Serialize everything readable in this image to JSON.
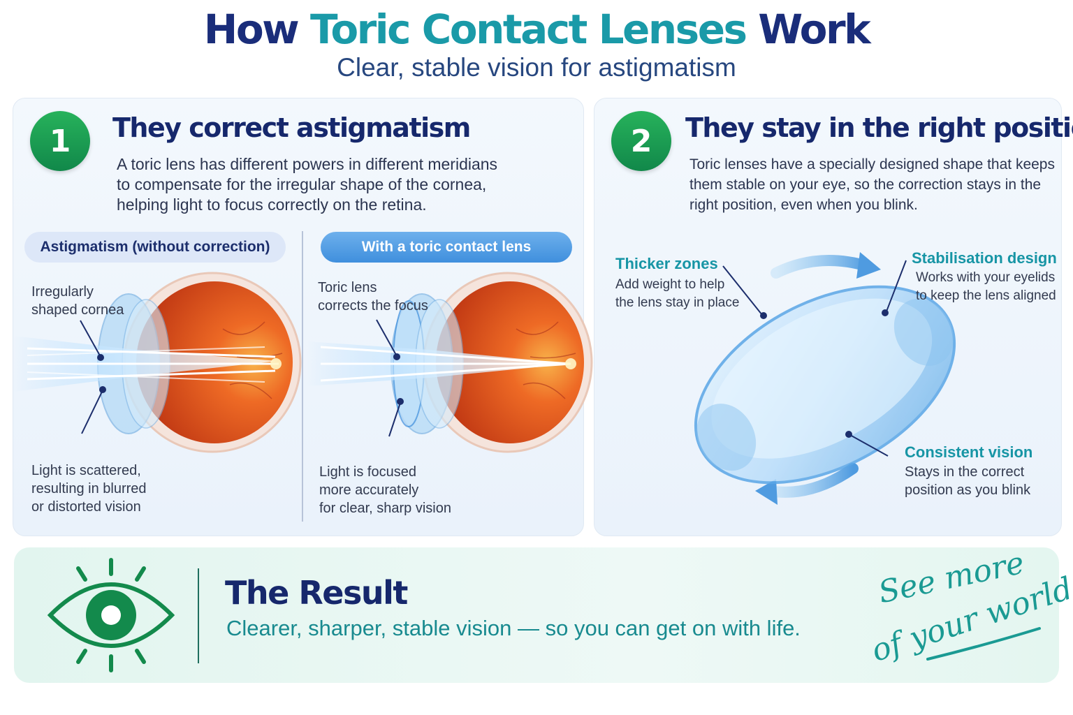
{
  "header": {
    "title_part1": "How ",
    "title_accent": "Toric Contact Lenses",
    "title_part2": " Work",
    "subtitle": "Clear, stable vision for astigmatism"
  },
  "panel1": {
    "number": "1",
    "title": "They correct astigmatism",
    "body_lines": [
      "A toric lens has different powers in different meridians",
      "to compensate for the irregular shape of the cornea,",
      "helping light to focus correctly on the retina."
    ],
    "pill_left": "Astigmatism (without correction)",
    "pill_right": "With a toric contact lens",
    "left_top_label": [
      "Irregularly",
      "shaped cornea"
    ],
    "left_bottom_label": [
      "Light is scattered,",
      "resulting in blurred",
      "or distorted vision"
    ],
    "right_top_label": [
      "Toric lens",
      "corrects the focus"
    ],
    "right_bottom_label": [
      "Light is focused",
      "more accurately",
      "for clear, sharp vision"
    ]
  },
  "panel2": {
    "number": "2",
    "title": "They stay in the right position",
    "body_lines": [
      "Toric lenses have a specially designed shape that keeps",
      "them stable on your eye, so the correction stays in the",
      "right position, even when you blink."
    ],
    "thicker_title": "Thicker zones",
    "thicker_lines": [
      "Add weight to help",
      "the lens stay in place"
    ],
    "stab_title": "Stabilisation design",
    "stab_lines": [
      "Works with your eyelids",
      "to keep the lens aligned"
    ],
    "consistent_title": "Consistent vision",
    "consistent_lines": [
      "Stays in the correct",
      "position as you blink"
    ]
  },
  "result": {
    "title": "The Result",
    "text": "Clearer, sharper, stable vision — so you can get on with life.",
    "script_line1": "See more",
    "script_line2": "of your world"
  },
  "colors": {
    "navy": "#16286c",
    "teal": "#1795a5",
    "green": "#11884a",
    "retina": "#e0541f",
    "lens_blue": "#6fb3ea"
  }
}
